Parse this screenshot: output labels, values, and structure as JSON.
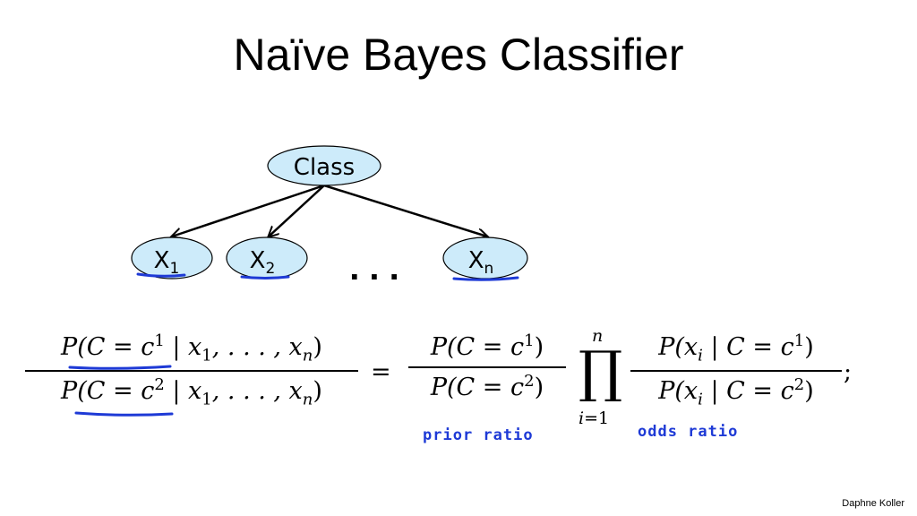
{
  "slide": {
    "title": "Naïve Bayes Classifier",
    "author": "Daphne Koller"
  },
  "diagram": {
    "root_label": "Class",
    "x1_main": "X",
    "x1_sub": "1",
    "x2_main": "X",
    "x2_sub": "2",
    "xn_main": "X",
    "xn_sub": "n",
    "ellipsis": ". . .",
    "colors": {
      "node_fill": "#cdebfa",
      "underline": "#1e3ad6"
    }
  },
  "formula": {
    "lhs_num_pre": "P(C = c",
    "lhs_num_sup": "1",
    "lhs_num_post": " | x",
    "lhs_num_sub1": "1",
    "lhs_num_mid": ", . . . , x",
    "lhs_num_subn": "n",
    "lhs_num_end": ")",
    "lhs_den_pre": "P(C = c",
    "lhs_den_sup": "2",
    "lhs_den_post": " | x",
    "lhs_den_sub1": "1",
    "lhs_den_mid": ", . . . , x",
    "lhs_den_subn": "n",
    "lhs_den_end": ")",
    "equals": "=",
    "prior_num_pre": "P(C = c",
    "prior_num_sup": "1",
    "prior_num_end": ")",
    "prior_den_pre": "P(C = c",
    "prior_den_sup": "2",
    "prior_den_end": ")",
    "prod_symbol": "∏",
    "prod_upper": "n",
    "prod_lower": "i=1",
    "odds_num_pre": "P(x",
    "odds_num_sub": "i",
    "odds_num_mid": " | C = c",
    "odds_num_sup": "1",
    "odds_num_end": ")",
    "odds_den_pre": "P(x",
    "odds_den_sub": "i",
    "odds_den_mid": " | C = c",
    "odds_den_sup": "2",
    "odds_den_end": ")",
    "semicolon": ";"
  },
  "annotations": {
    "prior_ratio": "prior ratio",
    "odds_ratio": "odds ratio"
  }
}
